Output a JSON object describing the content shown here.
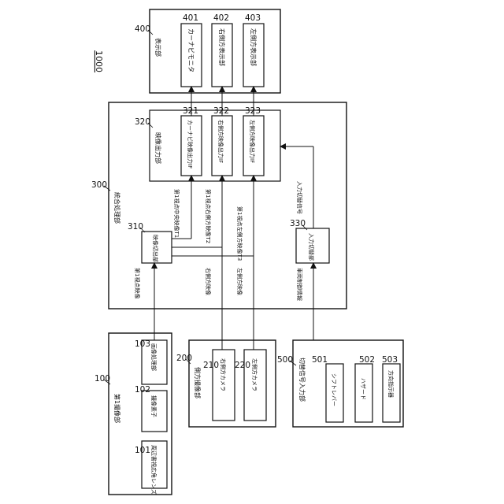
{
  "figure_ref": "1000",
  "colors": {
    "line": "#111111",
    "background": "#ffffff"
  },
  "units": {
    "u100": {
      "ref": "100",
      "label": "第1撮像部",
      "children": [
        {
          "ref": "101",
          "label": "周辺書視広角レンズ"
        },
        {
          "ref": "102",
          "label": "撮像素子"
        },
        {
          "ref": "103",
          "label": "画像処理部"
        }
      ]
    },
    "u200": {
      "ref": "200",
      "label": "側方撮像部",
      "children": [
        {
          "ref": "210",
          "label": "右側方カメラ"
        },
        {
          "ref": "220",
          "label": "左側方カメラ"
        }
      ]
    },
    "u500": {
      "ref": "500",
      "label": "切替信号入力部",
      "children": [
        {
          "ref": "501",
          "label": "シフトレバー"
        },
        {
          "ref": "502",
          "label": "ハザード"
        },
        {
          "ref": "503",
          "label": "方向指示器"
        }
      ]
    },
    "u300": {
      "ref": "300",
      "label": "統合処理部",
      "cutout": {
        "ref": "310",
        "label": "映像切出部"
      },
      "switch": {
        "ref": "330",
        "label": "入力切替部"
      },
      "output": {
        "ref": "320",
        "label": "映像出力部",
        "children": [
          {
            "ref": "321",
            "label": "カーナビ映像出力IF"
          },
          {
            "ref": "322",
            "label": "右側方映像出力IF"
          },
          {
            "ref": "323",
            "label": "左側方映像出力IF"
          }
        ]
      }
    },
    "u400": {
      "ref": "400",
      "label": "表示部",
      "children": [
        {
          "ref": "401",
          "label": "カーナビモニタ"
        },
        {
          "ref": "402",
          "label": "右側方表示部"
        },
        {
          "ref": "403",
          "label": "左側方表示部"
        }
      ]
    }
  },
  "signals": {
    "first_view": "第1視点映像",
    "right_image": "右側方映像",
    "left_image": "左側方映像",
    "t71": "第1視点中央映像T1",
    "t72": "第1視点右側方映像T2",
    "t73": "第1視点左側方映像T3",
    "vehicle_info": "車両制御情報",
    "switch_signal": "入力切替信号"
  }
}
